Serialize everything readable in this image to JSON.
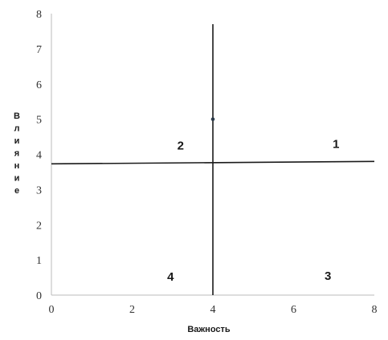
{
  "chart_data": {
    "type": "scatter",
    "xlabel": "Важность",
    "ylabel": "Влияние",
    "xlim": [
      0,
      8
    ],
    "ylim": [
      0,
      8
    ],
    "x_ticks": [
      0,
      2,
      4,
      6,
      8
    ],
    "y_ticks": [
      0,
      1,
      2,
      3,
      4,
      5,
      6,
      7,
      8
    ],
    "grid": false,
    "points": [
      {
        "x": 4,
        "y": 5
      }
    ],
    "vertical_divider": {
      "x": 4,
      "y_from": 0,
      "y_to": 7.7
    },
    "horizontal_divider": {
      "y_from_value": 3.73,
      "y_to_value": 3.8,
      "x_from": 0,
      "x_to": 8
    },
    "quadrant_labels": [
      {
        "text": "1",
        "x": 7.05,
        "y": 4.3
      },
      {
        "text": "2",
        "x": 3.2,
        "y": 4.25
      },
      {
        "text": "3",
        "x": 6.85,
        "y": 0.55
      },
      {
        "text": "4",
        "x": 2.95,
        "y": 0.52
      }
    ],
    "colors": {
      "line": "#1a1a1a",
      "point": "#2b3a4a",
      "axis": "#bbbbbb",
      "text": "#333333"
    }
  }
}
